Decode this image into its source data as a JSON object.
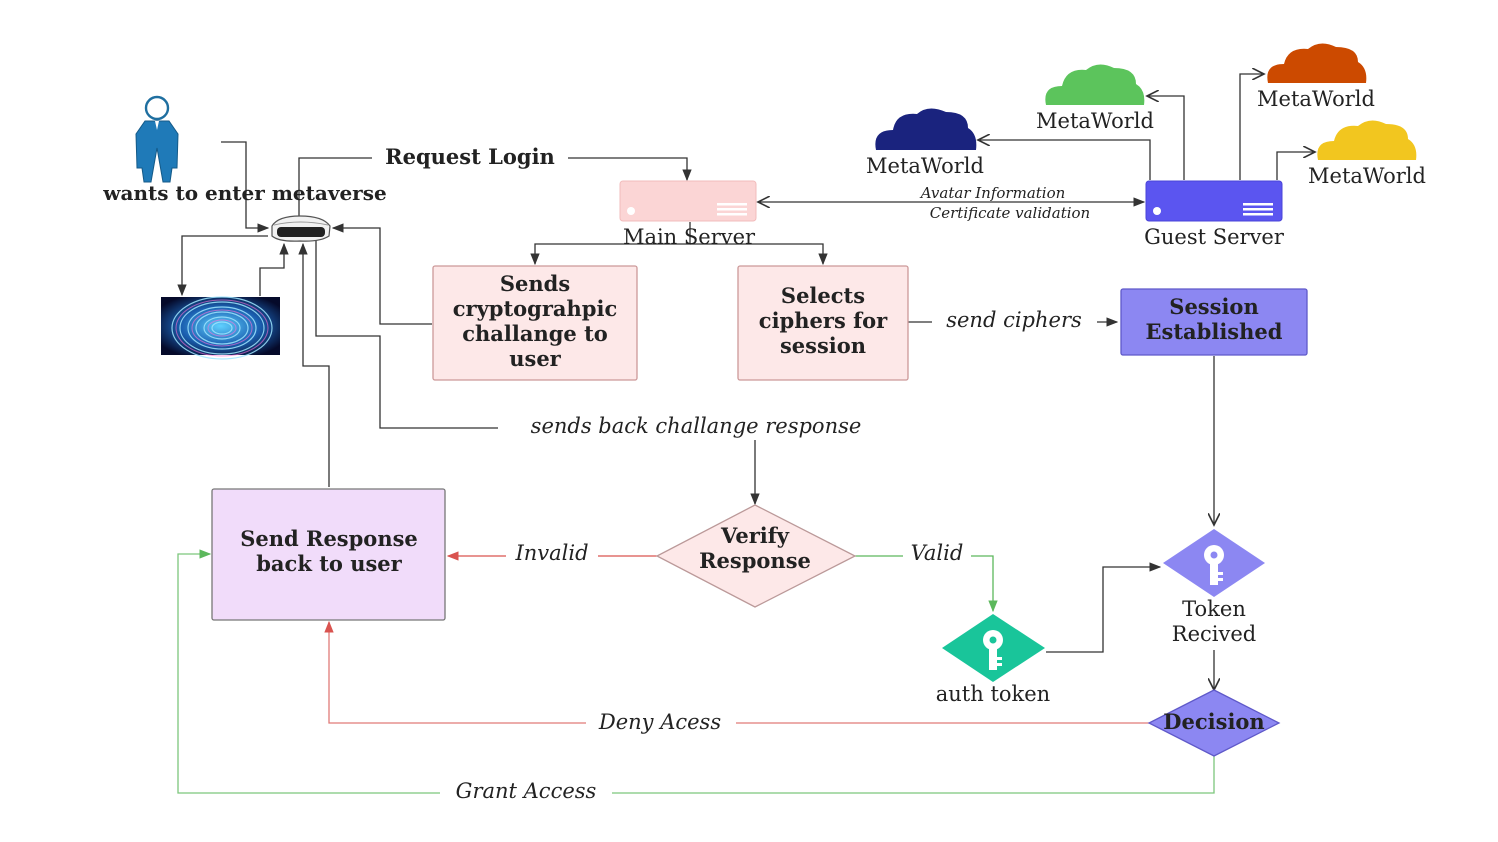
{
  "user": {
    "caption": "wants to enter metaverse"
  },
  "main_server": {
    "label": "Main Server"
  },
  "guest_server": {
    "label": "Guest Server"
  },
  "clouds": [
    {
      "label": "MetaWorld",
      "color": "#1a237e"
    },
    {
      "label": "MetaWorld",
      "color": "#5cc45c"
    },
    {
      "label": "MetaWorld",
      "color": "#cc4a00"
    },
    {
      "label": "MetaWorld",
      "color": "#f2c61f"
    }
  ],
  "edges": {
    "request_login": "Request Login",
    "avatar_info": "Avatar Information",
    "cert_validation": "Certificate validation",
    "send_ciphers": "send ciphers",
    "sends_back": "sends back challange response",
    "invalid": "Invalid",
    "valid": "Valid",
    "deny": "Deny Acess",
    "grant": "Grant Access"
  },
  "nodes": {
    "challenge": [
      "Sends",
      "cryptograhpic",
      "challange to",
      "user"
    ],
    "ciphers": [
      "Selects",
      "ciphers for",
      "session"
    ],
    "session": [
      "Session",
      "Established"
    ],
    "verify": [
      "Verify",
      "Response"
    ],
    "send_response": [
      "Send Response",
      "back to user"
    ],
    "token_received": [
      "Token",
      "Recived"
    ],
    "auth_token": "auth token",
    "decision": "Decision"
  },
  "colors": {
    "main_server": "#fbd5d5",
    "guest_server": "#5b55f0",
    "challenge_fill": "#fde8e8",
    "session_fill": "#8c87f2",
    "send_response_fill": "#f1dcfa",
    "token_fill": "#8c87f2",
    "auth_fill": "#19c59a",
    "invalid_line": "#d9534f",
    "valid_line": "#5cb85c"
  }
}
